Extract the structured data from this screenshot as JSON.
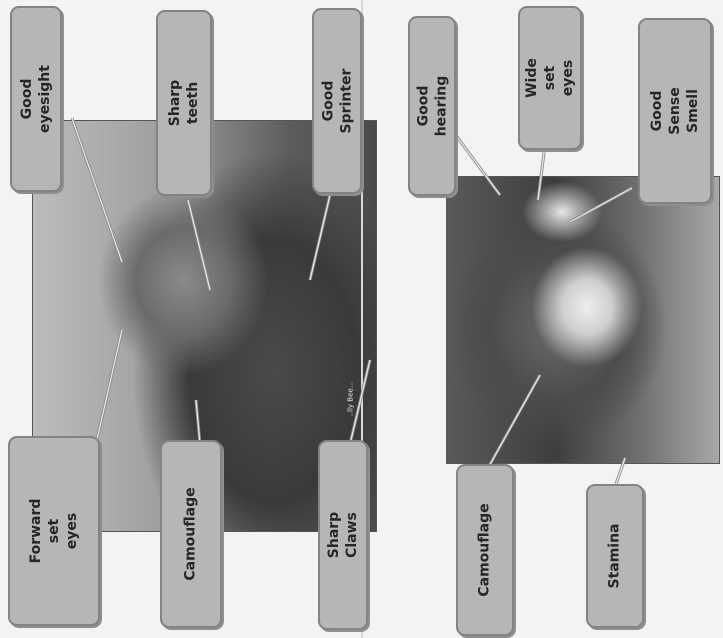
{
  "left_panel": {
    "labels": {
      "good_eyesight": "Good eyesight",
      "sharp_teeth": "Sharp teeth",
      "good_sprinter": "Good Sprinter",
      "forward_set_eyes": "Forward set\neyes",
      "camouflage": "Camouflage",
      "sharp_claws": "Sharp Claws"
    }
  },
  "right_panel": {
    "labels": {
      "good_hearing": "Good hearing",
      "wide_set_eyes": "Wide set\neyes",
      "good_sense_smell": "Good Sense\nSmell",
      "camouflage": "Camouflage",
      "stamina": "Stamina"
    },
    "photo_credit": "..lly Bee..."
  }
}
